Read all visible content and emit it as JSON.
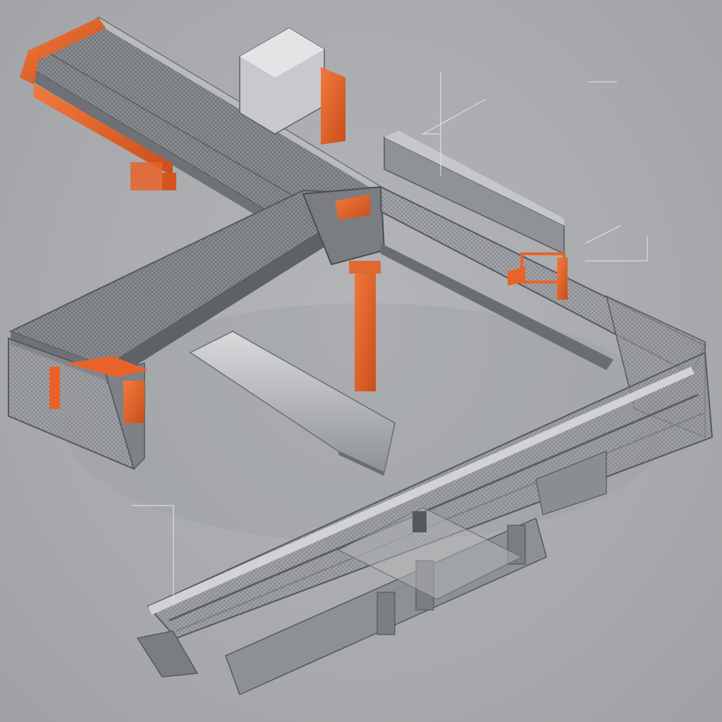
{
  "diagram": {
    "colors": {
      "background": "#a9abae",
      "frame": "#6e7176",
      "frame_dark": "#4a4d52",
      "mesh": "#7d8085",
      "accent": "#e8632a",
      "label_text": "#f2f3f4"
    },
    "callouts": [
      {
        "name": "callout-top-center",
        "head": "",
        "lines": [
          "",
          "",
          "",
          "",
          ""
        ]
      },
      {
        "name": "callout-top-right",
        "head": "",
        "lines": [
          "",
          "",
          "",
          "",
          ""
        ]
      },
      {
        "name": "callout-mid-right",
        "head": "",
        "lines": [
          "",
          "",
          "",
          ""
        ]
      },
      {
        "name": "callout-left",
        "head": "",
        "lines": [
          "",
          "",
          "",
          "",
          "",
          "",
          "",
          ""
        ]
      }
    ]
  }
}
